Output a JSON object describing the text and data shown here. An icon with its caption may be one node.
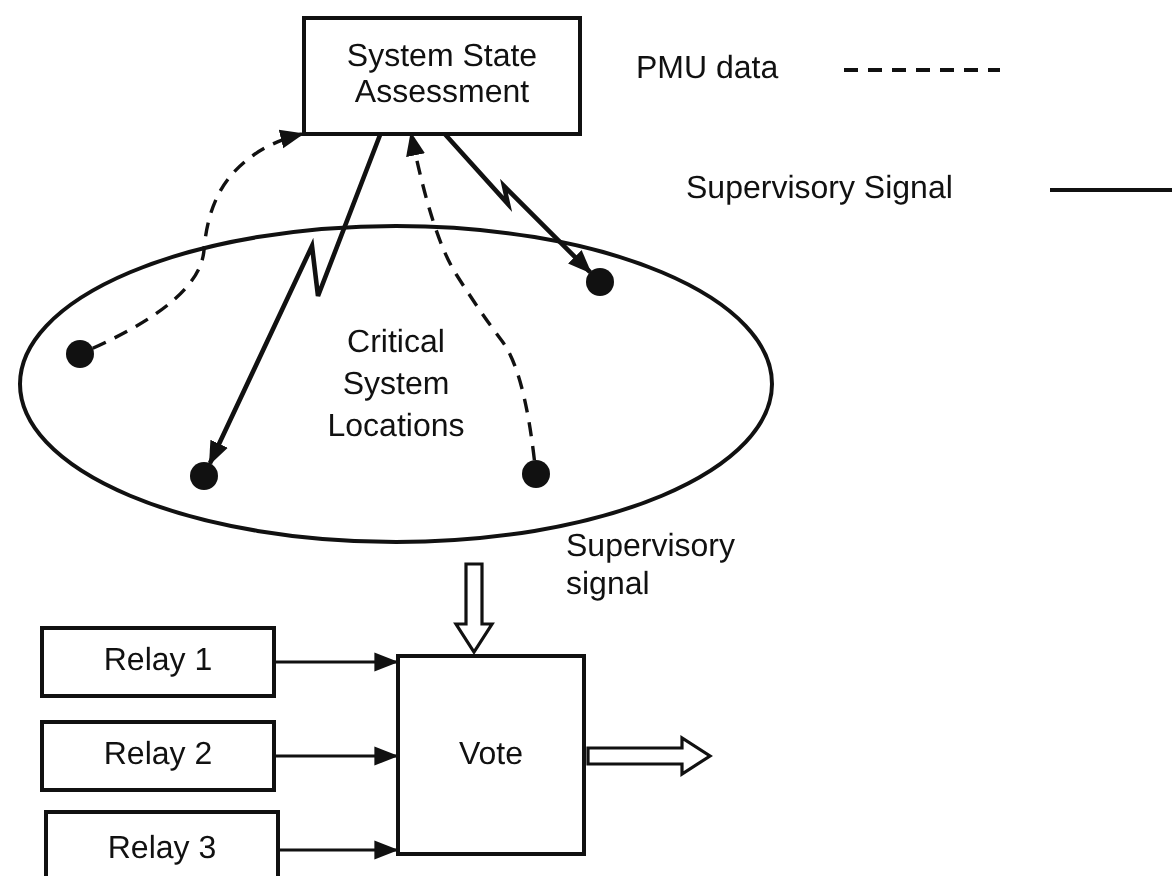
{
  "diagram": {
    "nodes": [
      {
        "text": [
          "System State Assessment"
        ]
      },
      {
        "text": [
          "Critical System Locations"
        ]
      },
      {
        "text": [],
        "shape": "circle",
        "in": 1
      },
      {
        "text": [],
        "shape": "circle",
        "in": 1
      },
      {
        "text": [],
        "shape": "circle",
        "in": 1
      },
      {
        "text": [],
        "shape": "circle",
        "in": 1
      },
      {
        "text": [
          "Relay 1"
        ]
      },
      {
        "text": [
          "Relay 2"
        ]
      },
      {
        "text": [
          "Relay 3"
        ]
      },
      {
        "text": [
          "Vote"
        ]
      }
    ],
    "edges": [
      {
        "from": 2,
        "to": 0,
        "arrow": "to",
        "style": "dashed"
      },
      {
        "from": 0,
        "to": 3,
        "arrow": "to"
      },
      {
        "from": 4,
        "to": 0,
        "arrow": "to",
        "style": "dashed"
      },
      {
        "from": 0,
        "to": 5,
        "arrow": "to"
      },
      {
        "from": 6,
        "to": 9,
        "arrow": "to"
      },
      {
        "from": 7,
        "to": 9,
        "arrow": "to"
      },
      {
        "from": 8,
        "to": 9,
        "arrow": "to"
      },
      {
        "from": null,
        "to": 9,
        "arrow": "to",
        "style": "thick",
        "label": "Supervisory signal"
      },
      {
        "from": 9,
        "to": null,
        "arrow": "to",
        "style": "thick"
      }
    ],
    "legend": [
      {
        "text": "PMU data"
      },
      {
        "text": "Supervisory Signal"
      }
    ]
  }
}
